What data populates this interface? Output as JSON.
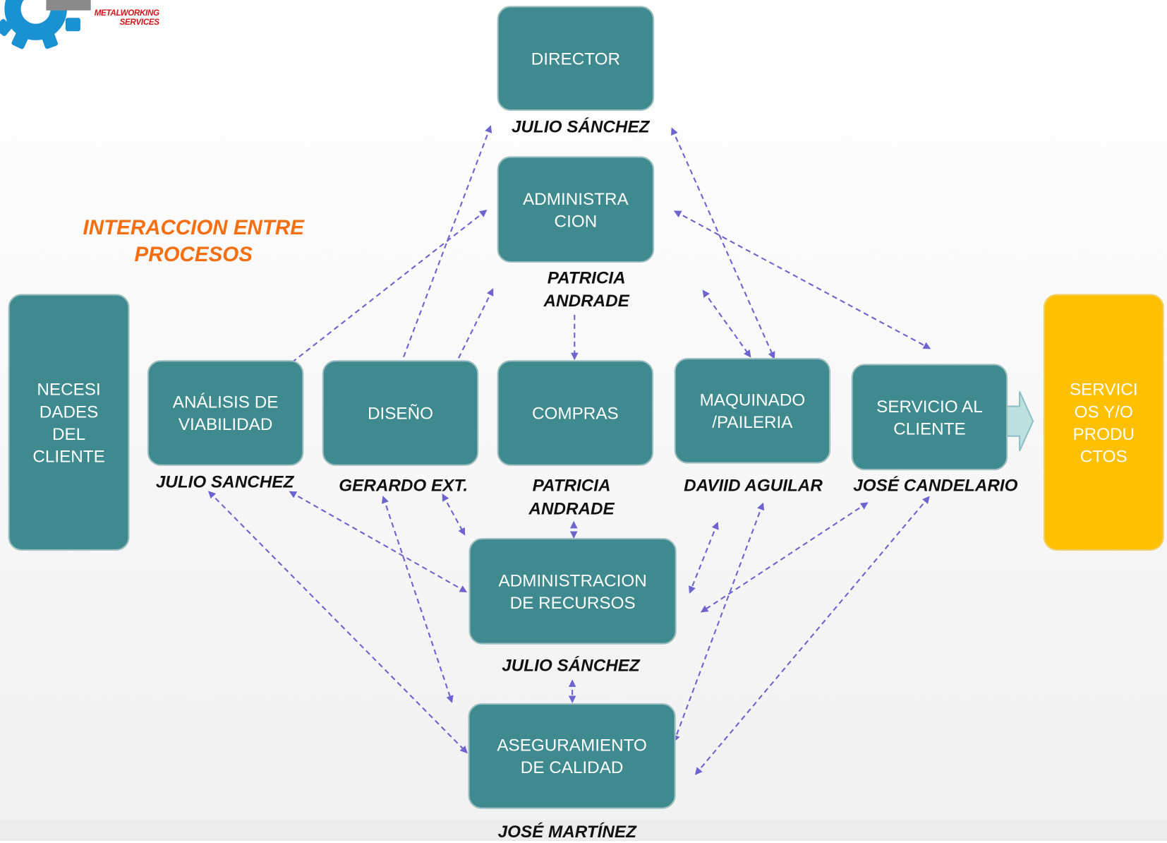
{
  "logo": {
    "tagline": "METALWORKING\nSERVICES",
    "gear_color": "#1a92d2",
    "text_color": "#d7141a"
  },
  "heading": "INTERACCION ENTRE\nPROCESOS",
  "colors": {
    "process": "#3e8a8e",
    "output": "#fec000",
    "connector": "#6f63cf",
    "heading": "#f36f12"
  },
  "processes": {
    "director": {
      "label": "DIRECTOR",
      "owner": "JULIO SÁNCHEZ"
    },
    "administracion": {
      "label": "ADMINISTRA\nCION",
      "owner": "PATRICIA\nANDRADE"
    },
    "necesidades": {
      "label": "NECESI\nDADES\nDEL\nCLIENTE"
    },
    "analisis": {
      "label": "ANÁLISIS DE\nVIABILIDAD",
      "owner": "JULIO SANCHEZ"
    },
    "diseno": {
      "label": "DISEÑO",
      "owner": "GERARDO EXT."
    },
    "compras": {
      "label": "COMPRAS",
      "owner": "PATRICIA\nANDRADE"
    },
    "maquinado": {
      "label": "MAQUINADO\n/PAILERIA",
      "owner": "DAVIID AGUILAR"
    },
    "servicio": {
      "label": "SERVICIO AL\nCLIENTE",
      "owner": "JOSÉ CANDELARIO"
    },
    "servicios_productos": {
      "label": "SERVICI\nOS Y/O\nPRODU\nCTOS"
    },
    "recursos": {
      "label": "ADMINISTRACION\nDE RECURSOS",
      "owner": "JULIO SÁNCHEZ"
    },
    "calidad": {
      "label": "ASEGURAMIENTO\nDE CALIDAD",
      "owner": "JOSÉ MARTÍNEZ"
    }
  }
}
